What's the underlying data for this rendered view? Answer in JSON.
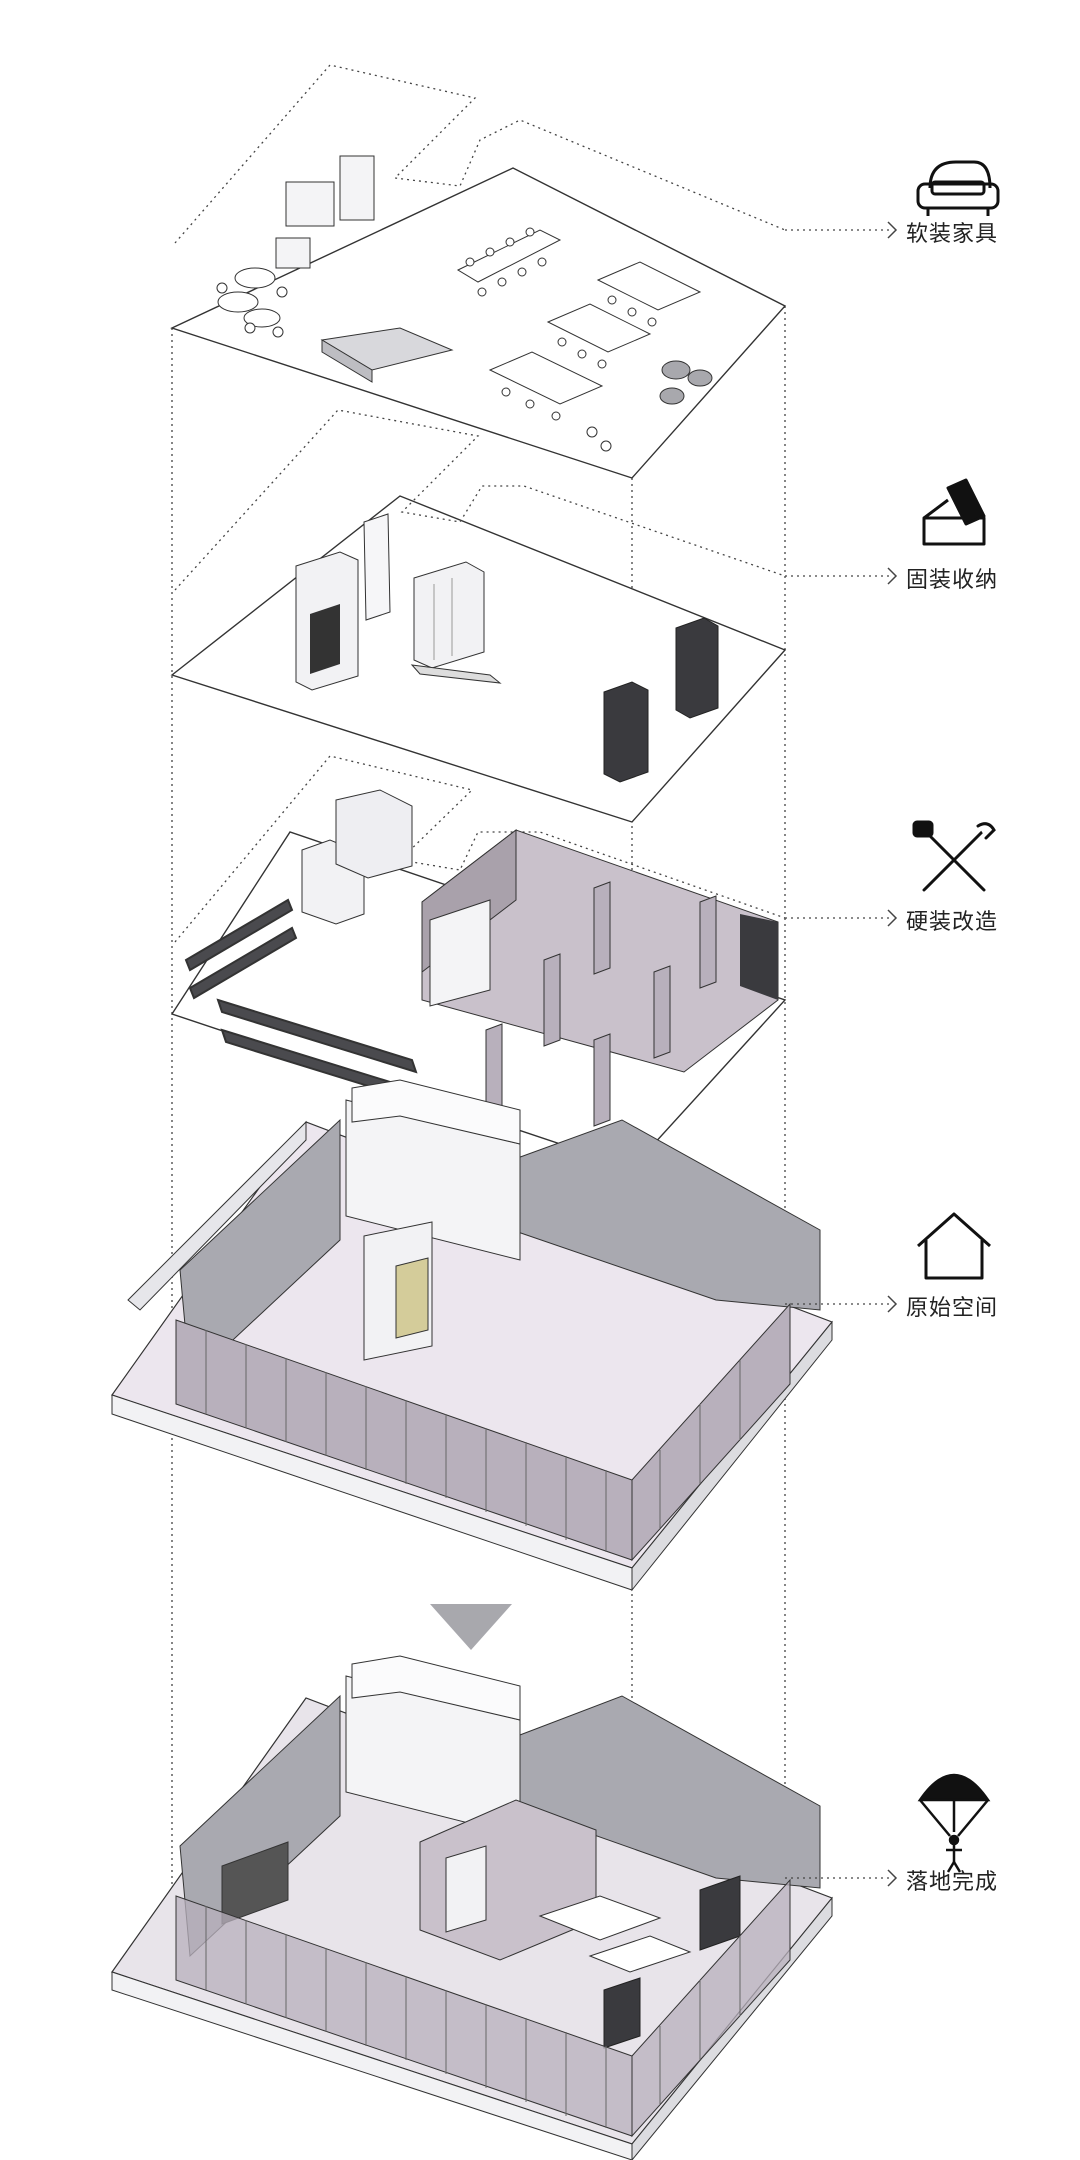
{
  "legend": [
    {
      "label": "软装家具",
      "icon": "sofa-icon"
    },
    {
      "label": "固装收纳",
      "icon": "built-in-storage-icon"
    },
    {
      "label": "硬装改造",
      "icon": "tools-icon"
    },
    {
      "label": "原始空间",
      "icon": "house-icon"
    },
    {
      "label": "落地完成",
      "icon": "parachute-icon"
    }
  ],
  "colors": {
    "line": "#333333",
    "wall_gray": "#a9a9b0",
    "wall_light": "#e6e6ea",
    "floor_tint": "#ece6ee",
    "glass": "#b8b0bc",
    "cabinet_dark": "#3a3a3e",
    "arrow": "#a8a8ad"
  }
}
